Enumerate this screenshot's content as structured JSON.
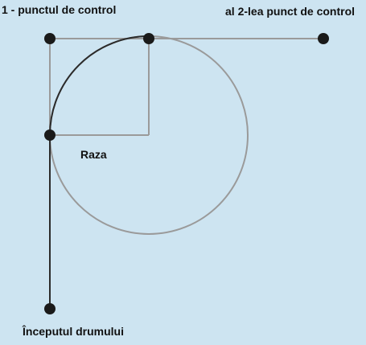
{
  "labels": {
    "control_point_1": "1 - punctul de control",
    "control_point_2": "al 2-lea punct de control",
    "radius": "Raza",
    "path_start": "Începutul drumului"
  },
  "colors": {
    "background": "#cde4f1",
    "guide_line": "#9a9a9a",
    "path_line": "#2b2b2b",
    "point_fill": "#1a1a1a"
  }
}
